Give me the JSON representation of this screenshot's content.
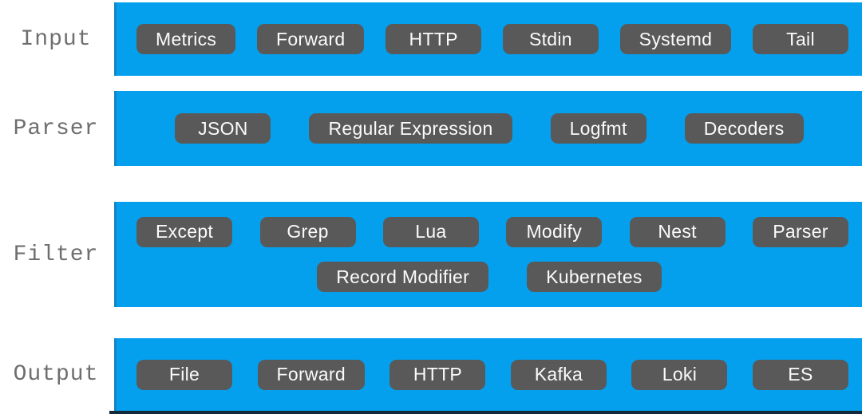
{
  "colors": {
    "band_blue": "#04a0ee",
    "band_edge": "#1386c8",
    "chip_bg": "#595959",
    "chip_text": "#fbfbfb",
    "label_text": "#6e6e6e",
    "bottom_strip": "#13293a",
    "background": "#ffffff"
  },
  "rows": [
    {
      "id": "input",
      "label": "Input",
      "lines": [
        [
          "Metrics",
          "Forward",
          "HTTP",
          "Stdin",
          "Systemd",
          "Tail"
        ]
      ]
    },
    {
      "id": "parser",
      "label": "Parser",
      "lines": [
        [
          "JSON",
          "Regular Expression",
          "Logfmt",
          "Decoders"
        ]
      ]
    },
    {
      "id": "filter",
      "label": "Filter",
      "lines": [
        [
          "Except",
          "Grep",
          "Lua",
          "Modify",
          "Nest",
          "Parser"
        ],
        [
          "Record Modifier",
          "Kubernetes"
        ]
      ]
    },
    {
      "id": "output",
      "label": "Output",
      "lines": [
        [
          "File",
          "Forward",
          "HTTP",
          "Kafka",
          "Loki",
          "ES"
        ]
      ]
    }
  ]
}
